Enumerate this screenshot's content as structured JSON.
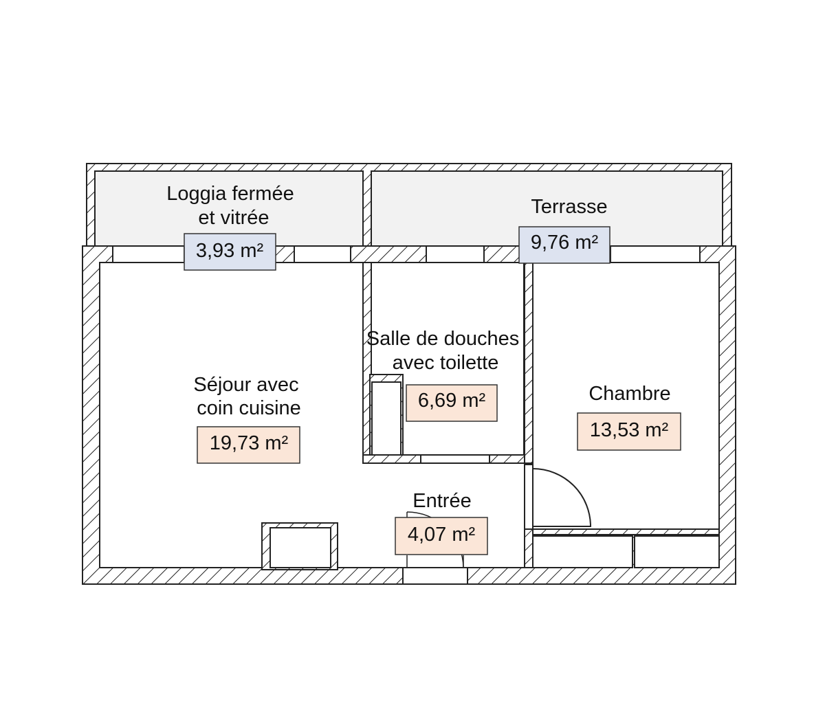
{
  "rooms": {
    "loggia": {
      "label_line1": "Loggia fermée",
      "label_line2": "et vitrée",
      "area": "3,93 m²"
    },
    "terrasse": {
      "label_line1": "Terrasse",
      "area": "9,76 m²"
    },
    "sejour": {
      "label_line1": "Séjour avec",
      "label_line2": "coin cuisine",
      "area": "19,73 m²"
    },
    "salle": {
      "label_line1": "Salle de douches",
      "label_line2": "avec toilette",
      "area": "6,69 m²"
    },
    "chambre": {
      "label_line1": "Chambre",
      "area": "13,53 m²"
    },
    "entree": {
      "label_line1": "Entrée",
      "area": "4,07 m²"
    }
  },
  "colors": {
    "outdoor_area_box": "#dde3f0",
    "indoor_area_box": "#fbe6d8",
    "wall_stroke": "#222222"
  }
}
